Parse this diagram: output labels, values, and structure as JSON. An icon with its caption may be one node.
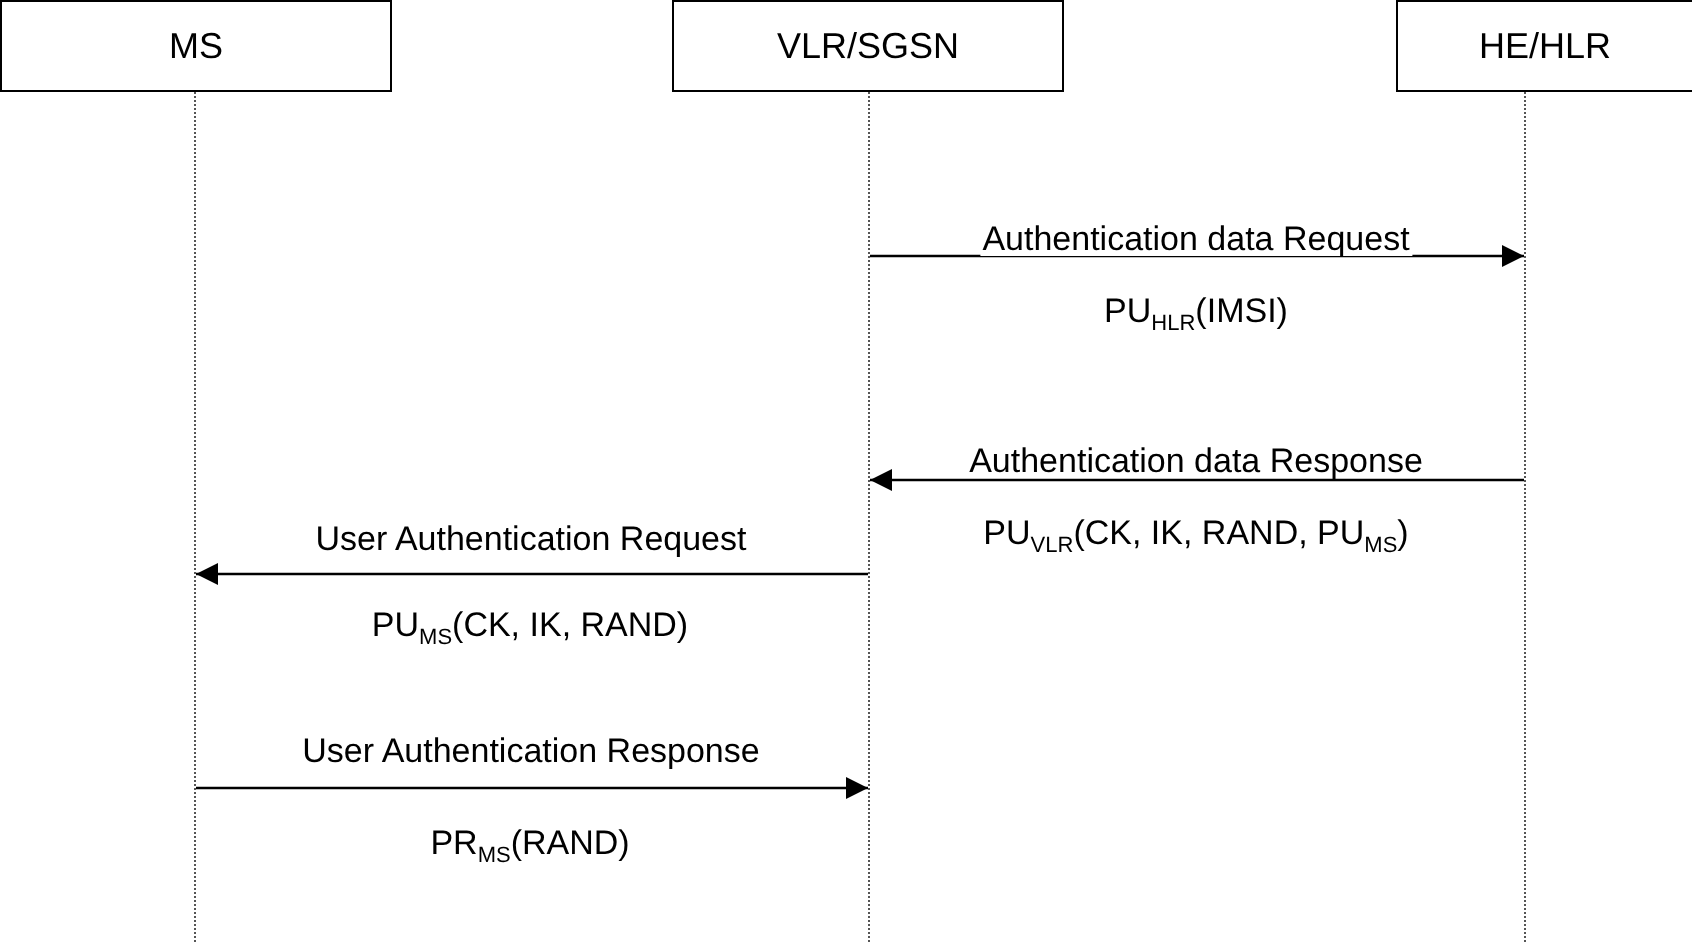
{
  "diagram": {
    "nodes": [
      {
        "text": [
          "MS"
        ]
      },
      {
        "text": [
          "VLR/SGSN"
        ]
      },
      {
        "text": [
          "HE/HLR"
        ]
      },
      {
        "text": [],
        "shape": "line"
      },
      {
        "text": [],
        "shape": "line"
      },
      {
        "text": [],
        "shape": "line"
      }
    ],
    "edges": [
      {
        "from": 4,
        "to": 5,
        "arrow": "to",
        "label": "Authentication data Request"
      },
      {
        "from": 5,
        "to": 4,
        "arrow": "to",
        "label": "Authentication data Response"
      },
      {
        "from": 4,
        "to": 3,
        "arrow": "to",
        "label": "User Authentication Request"
      },
      {
        "from": 3,
        "to": 4,
        "arrow": "to",
        "label": "User Authentication Response"
      }
    ],
    "labels": [
      "PU$_{HLR}$(IMSI)",
      "PU$_{VLR}$(CK, IK, RAND, PU$_{MS}$)",
      "PU$_{MS}$(CK, IK, RAND)",
      "PR$_{MS}$(RAND)"
    ]
  }
}
